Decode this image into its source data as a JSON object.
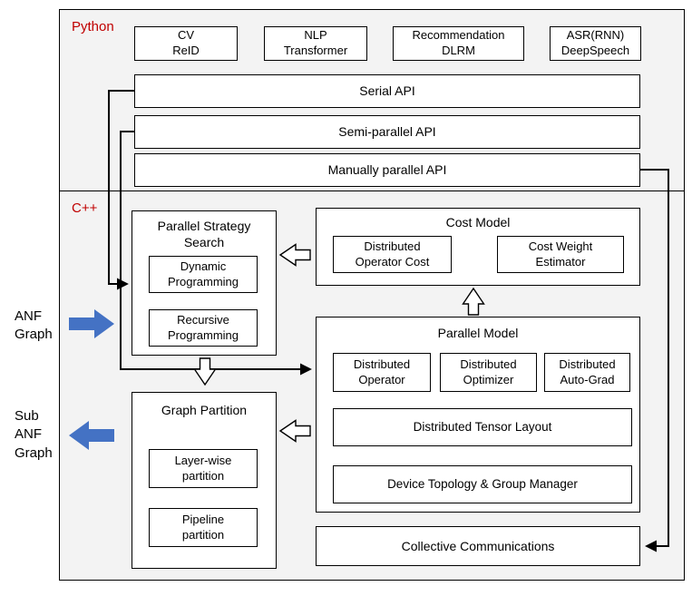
{
  "python": {
    "label": "Python",
    "apps": [
      "CV\nReID",
      "NLP\nTransformer",
      "Recommendation\nDLRM",
      "ASR(RNN)\nDeepSpeech"
    ],
    "apis": [
      "Serial API",
      "Semi-parallel API",
      "Manually parallel API"
    ]
  },
  "cpp": {
    "label": "C++",
    "parallel_strategy_search": {
      "title": "Parallel Strategy\nSearch",
      "items": [
        "Dynamic\nProgramming",
        "Recursive\nProgramming"
      ]
    },
    "cost_model": {
      "title": "Cost Model",
      "items": [
        "Distributed\nOperator Cost",
        "Cost Weight\nEstimator"
      ]
    },
    "parallel_model": {
      "title": "Parallel Model",
      "items": [
        "Distributed\nOperator",
        "Distributed\nOptimizer",
        "Distributed\nAuto-Grad"
      ],
      "wide_items": [
        "Distributed Tensor Layout",
        "Device Topology & Group Manager"
      ]
    },
    "graph_partition": {
      "title": "Graph Partition",
      "items": [
        "Layer-wise\npartition",
        "Pipeline\npartition"
      ]
    },
    "collective_communications": "Collective Communications"
  },
  "side": {
    "anf_graph": "ANF\nGraph",
    "sub_anf_graph": "Sub\nANF\nGraph"
  },
  "colors": {
    "label_red": "#c00000",
    "arrow_blue": "#4472c4"
  }
}
